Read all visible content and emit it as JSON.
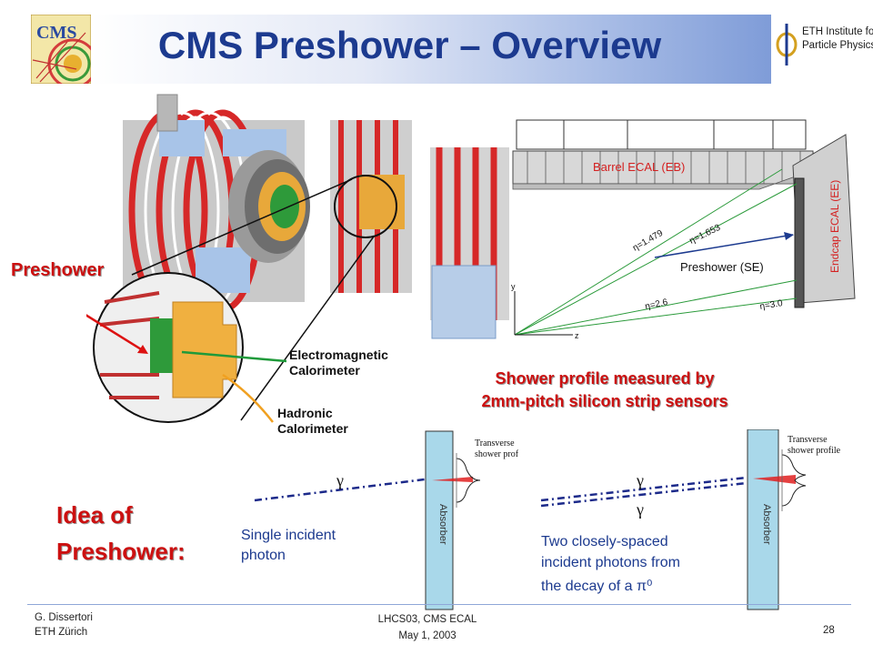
{
  "slide": {
    "title": "CMS Preshower – Overview",
    "logo_left_text": "CMS",
    "logo_right_lines": [
      "ETH Institute for",
      "Particle Physics"
    ]
  },
  "detector": {
    "preshower_label": "Preshower",
    "em_calorimeter_lines": [
      "Electromagnetic",
      "Calorimeter"
    ],
    "hadronic_calorimeter_lines": [
      "Hadronic",
      "Calorimeter"
    ]
  },
  "geometry_diagram": {
    "barrel_label": "Barrel ECAL (EB)",
    "endcap_label": "Endcap ECAL (EE)",
    "preshower_label": "Preshower (SE)",
    "eta_labels": [
      "η=1.479",
      "η=1.653",
      "η=2.6",
      "η=3.0"
    ],
    "axis_y": "y",
    "axis_z": "z"
  },
  "shower": {
    "heading_lines": [
      "Shower profile measured by",
      "2mm-pitch silicon strip sensors"
    ],
    "idea_lines": [
      "Idea of",
      "Preshower:"
    ],
    "gamma_symbol": "γ",
    "absorber_label": "Absorber",
    "transverse_profile_lines": [
      "Transverse",
      "shower profile"
    ],
    "single_photon_lines": [
      "Single incident",
      "photon"
    ],
    "two_photon_lines": [
      "Two closely-spaced",
      "incident photons from",
      "the decay of a π⁰"
    ]
  },
  "footer": {
    "author": "G. Dissertori",
    "institution": "ETH Zürich",
    "conference": "LHCS03,   CMS ECAL",
    "date": "May 1, 2003",
    "page_number": "28"
  }
}
